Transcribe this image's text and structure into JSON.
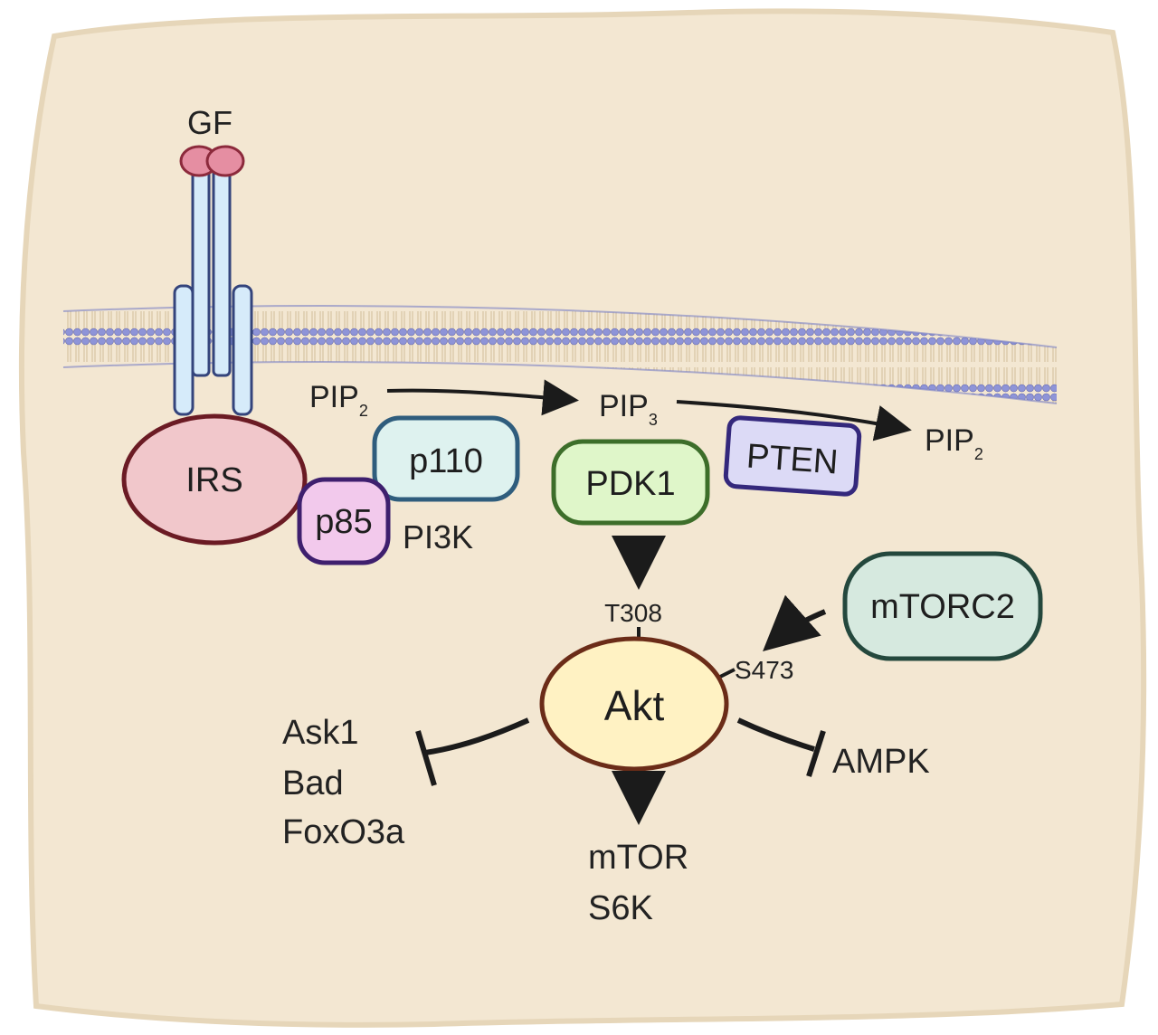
{
  "labels": {
    "gf": "GF",
    "pip2_a": "PIP",
    "pip2_a_sub": "2",
    "pip3": "PIP",
    "pip3_sub": "3",
    "pip2_b": "PIP",
    "pip2_b_sub": "2",
    "pi3k": "PI3K",
    "t308": "T308",
    "s473": "S473"
  },
  "nodes": {
    "irs": "IRS",
    "p85": "p85",
    "p110": "p110",
    "pdk1": "PDK1",
    "pten": "PTEN",
    "mtorc2": "mTORC2",
    "akt": "Akt"
  },
  "targets": {
    "inhibited_left": [
      "Ask1",
      "Bad",
      "FoxO3a"
    ],
    "activated_down": [
      "mTOR",
      "S6K"
    ],
    "inhibited_right": "AMPK"
  },
  "colors": {
    "background": "#f3e7d2",
    "membrane": "#e7d3a6",
    "lipid_head": "#8e94d8",
    "receptor_fill": "#d6ebfa",
    "receptor_stroke": "#34447c",
    "gf_fill": "#e58ea2",
    "gf_stroke": "#8c2a3c",
    "irs_fill": "#f1c7cb",
    "irs_stroke": "#6b1b24",
    "p85_fill": "#f2c9ec",
    "p85_stroke": "#3e1f6e",
    "p110_fill": "#def2ef",
    "p110_stroke": "#2f5d7d",
    "pdk1_fill": "#dff6c9",
    "pdk1_stroke": "#3d6e2a",
    "pten_fill": "#dcdaf6",
    "pten_stroke": "#34287c",
    "mtorc2_fill": "#d6e9df",
    "mtorc2_stroke": "#24483d",
    "akt_fill": "#fff2c3",
    "akt_stroke": "#6b2c18",
    "arrow": "#1b1b1b"
  }
}
